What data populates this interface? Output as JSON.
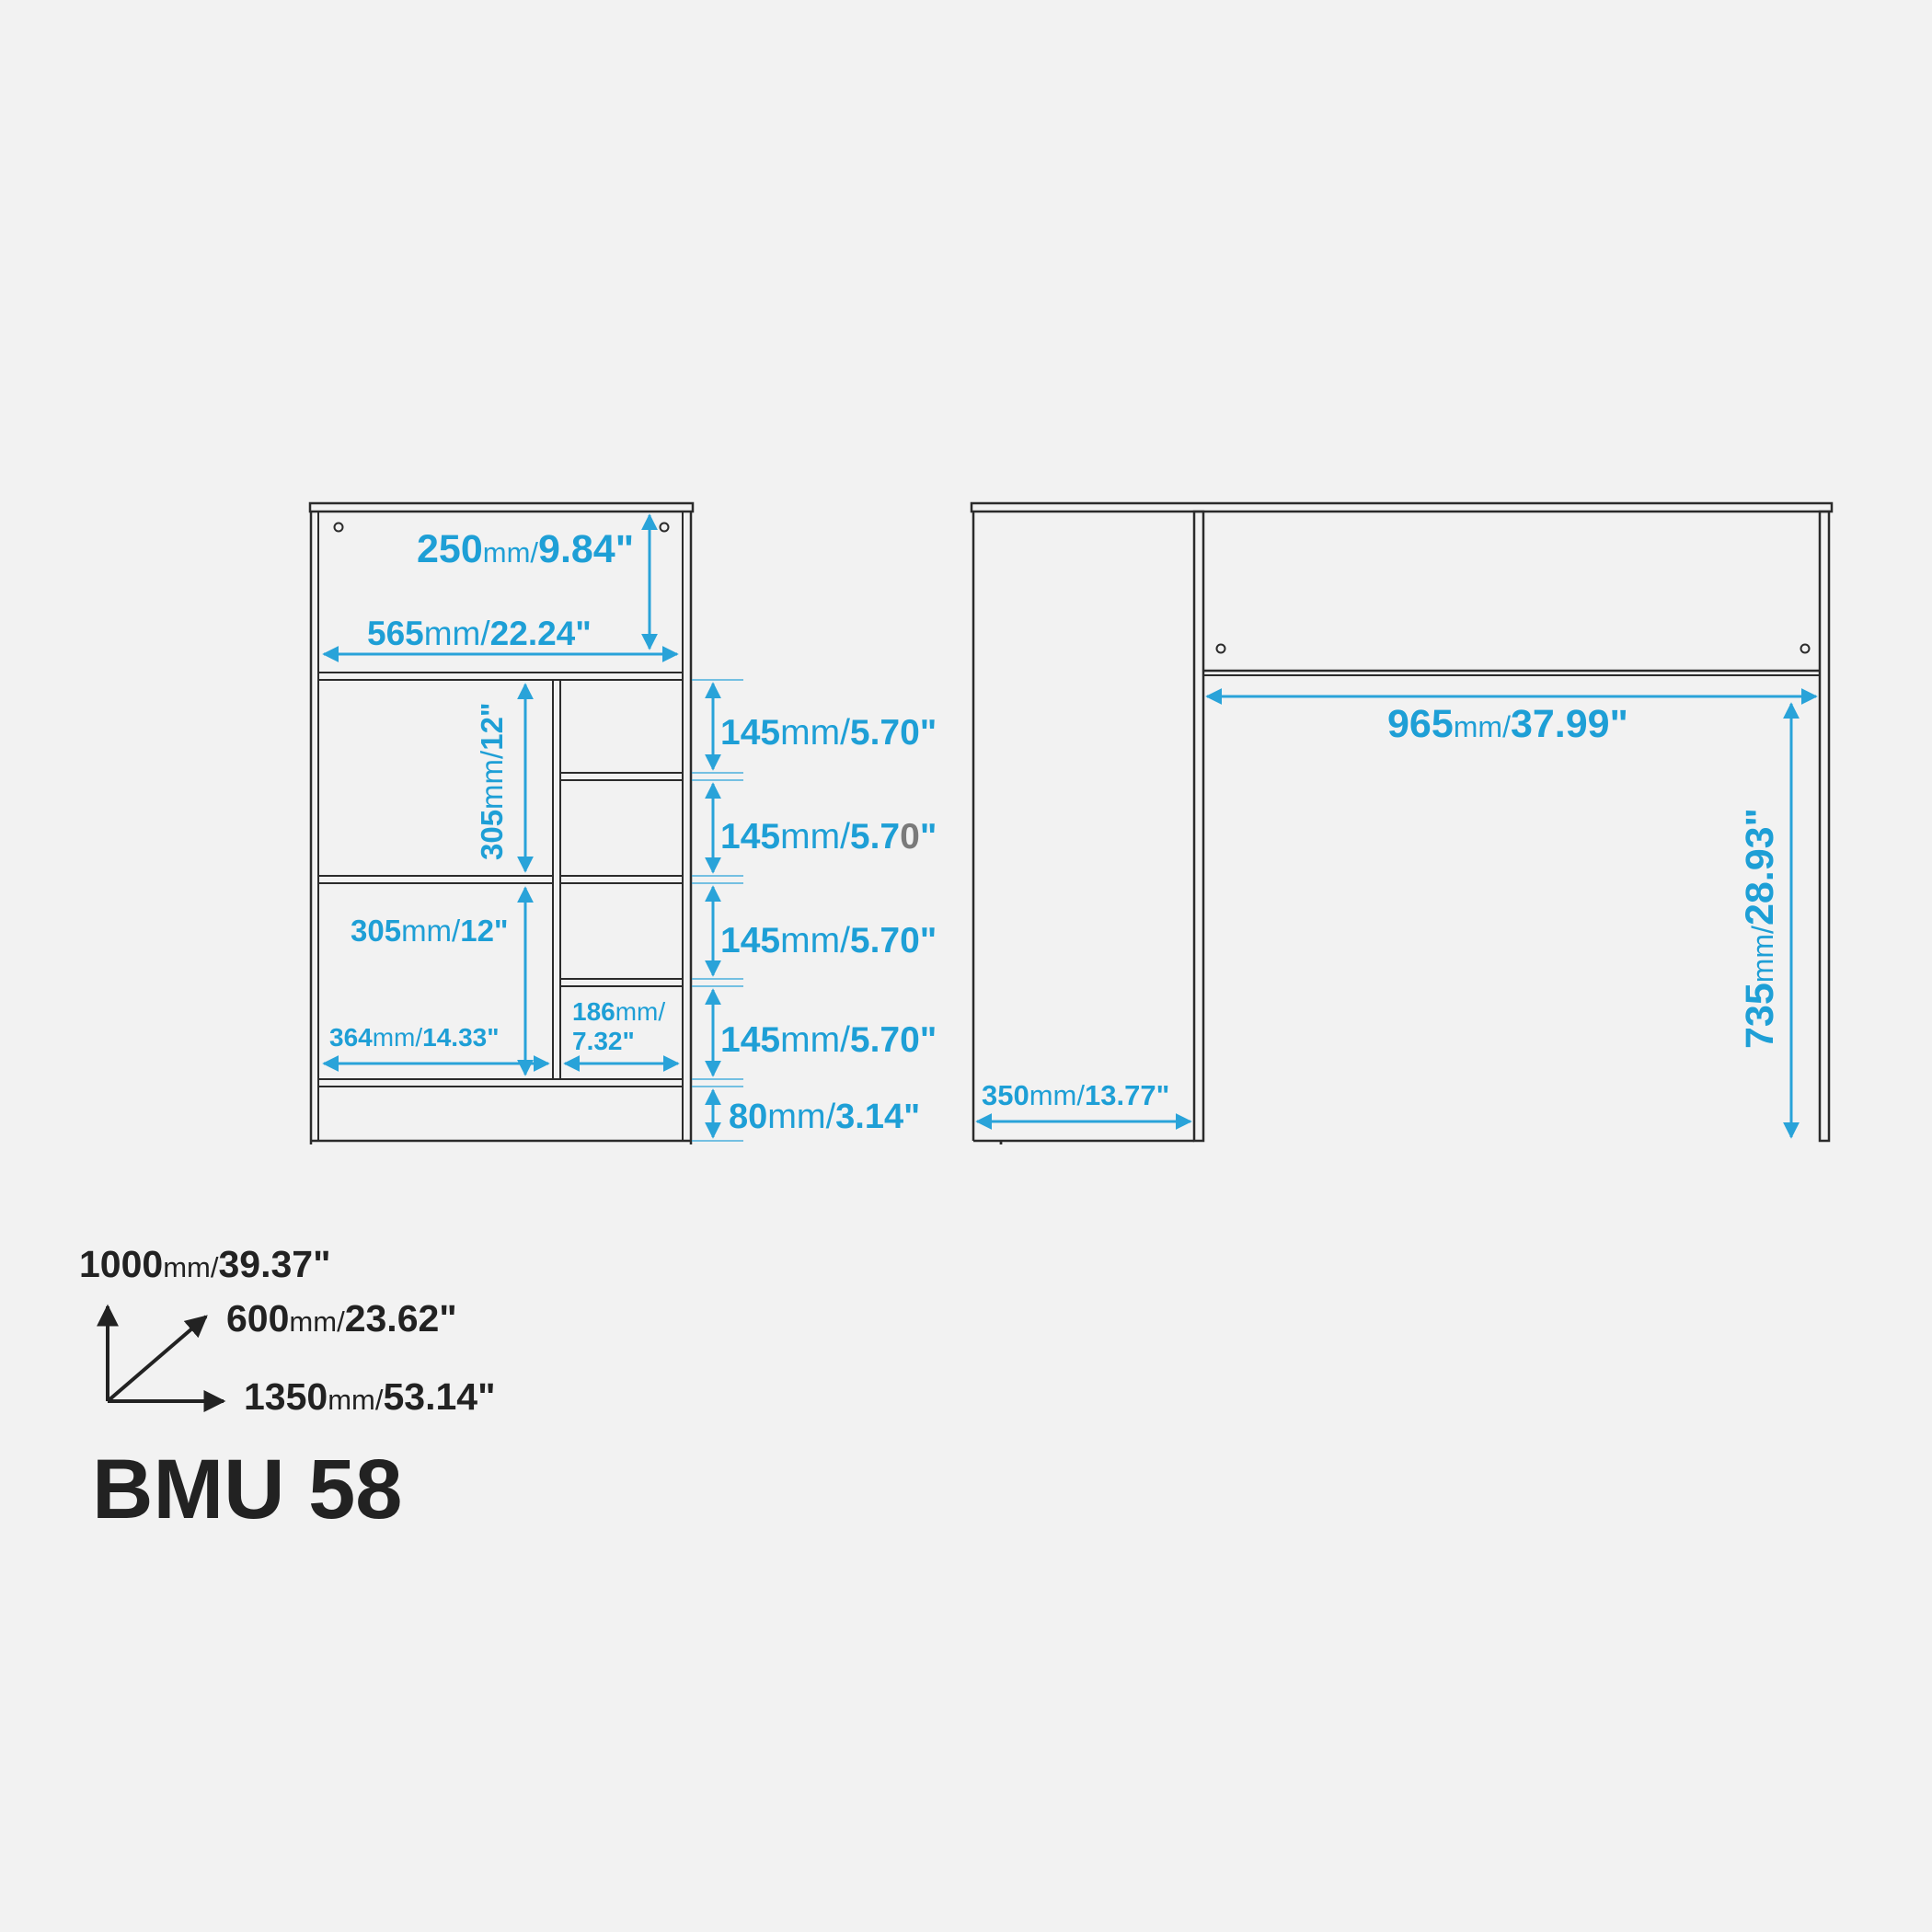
{
  "model": "BMU 58",
  "colors": {
    "dimension": "#1e9fd6",
    "outline": "#2b2b2b",
    "background": "#f2f2f2",
    "text": "#222222"
  },
  "overall": {
    "height": {
      "value": "1000",
      "unit": "mm",
      "imperial": "39.37\""
    },
    "depth": {
      "value": "600",
      "unit": "mm",
      "imperial": "23.62\""
    },
    "width": {
      "value": "1350",
      "unit": "mm",
      "imperial": "53.14\""
    }
  },
  "cabinet": {
    "top_open_height": {
      "value": "250",
      "unit": "mm",
      "imperial": "9.84\""
    },
    "inner_width": {
      "value": "565",
      "unit": "mm",
      "imperial": "22.24\""
    },
    "large_cube_height": {
      "value": "305",
      "unit": "mm",
      "imperial": "12\""
    },
    "lower_cube_height": {
      "value": "305",
      "unit": "mm",
      "imperial": "12\""
    },
    "large_cube_width": {
      "value": "364",
      "unit": "mm",
      "imperial": "14.33\""
    },
    "small_cube_width": {
      "value": "186",
      "unit": "mm",
      "imperial": "7.32\""
    },
    "shelf_1": {
      "value": "145",
      "unit": "mm",
      "imperial": "5.70\""
    },
    "shelf_2": {
      "value": "145",
      "unit": "mm",
      "imperial_main": "5.7",
      "imperial_tail": "0",
      "imperial_quote": "\""
    },
    "shelf_3": {
      "value": "145",
      "unit": "mm",
      "imperial": "5.70\""
    },
    "shelf_4": {
      "value": "145",
      "unit": "mm",
      "imperial": "5.70\""
    },
    "plinth": {
      "value": "80",
      "unit": "mm",
      "imperial": "3.14\""
    }
  },
  "desk": {
    "knee_width": {
      "value": "965",
      "unit": "mm",
      "imperial": "37.99\""
    },
    "knee_height": {
      "value": "735",
      "unit": "mm",
      "imperial": "28.93\""
    },
    "leg_depth": {
      "value": "350",
      "unit": "mm",
      "imperial": "13.77\""
    }
  }
}
